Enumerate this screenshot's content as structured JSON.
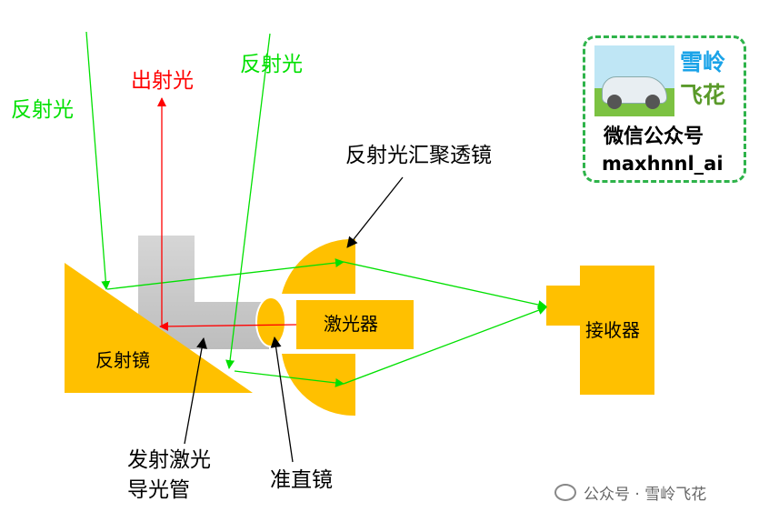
{
  "labels": {
    "reflected_light_left": "反射光",
    "emitted_light": "出射光",
    "reflected_light_mid": "反射光",
    "converging_lens": "反射光汇聚透镜",
    "laser": "激光器",
    "mirror": "反射镜",
    "receiver": "接收器",
    "light_guide_line1": "发射激光",
    "light_guide_line2": "导光管",
    "collimator": "准直镜"
  },
  "logo": {
    "name_line1": "雪岭",
    "name_line2": "飞花",
    "line3": "微信公众号",
    "line4": "maxhnnl_ai"
  },
  "watermark": {
    "text": "公众号 · 雪岭飞花"
  },
  "colors": {
    "component": "#FFC000",
    "reflected": "#00E000",
    "emitted": "#FF0000",
    "guide": "#C8C8C8"
  }
}
